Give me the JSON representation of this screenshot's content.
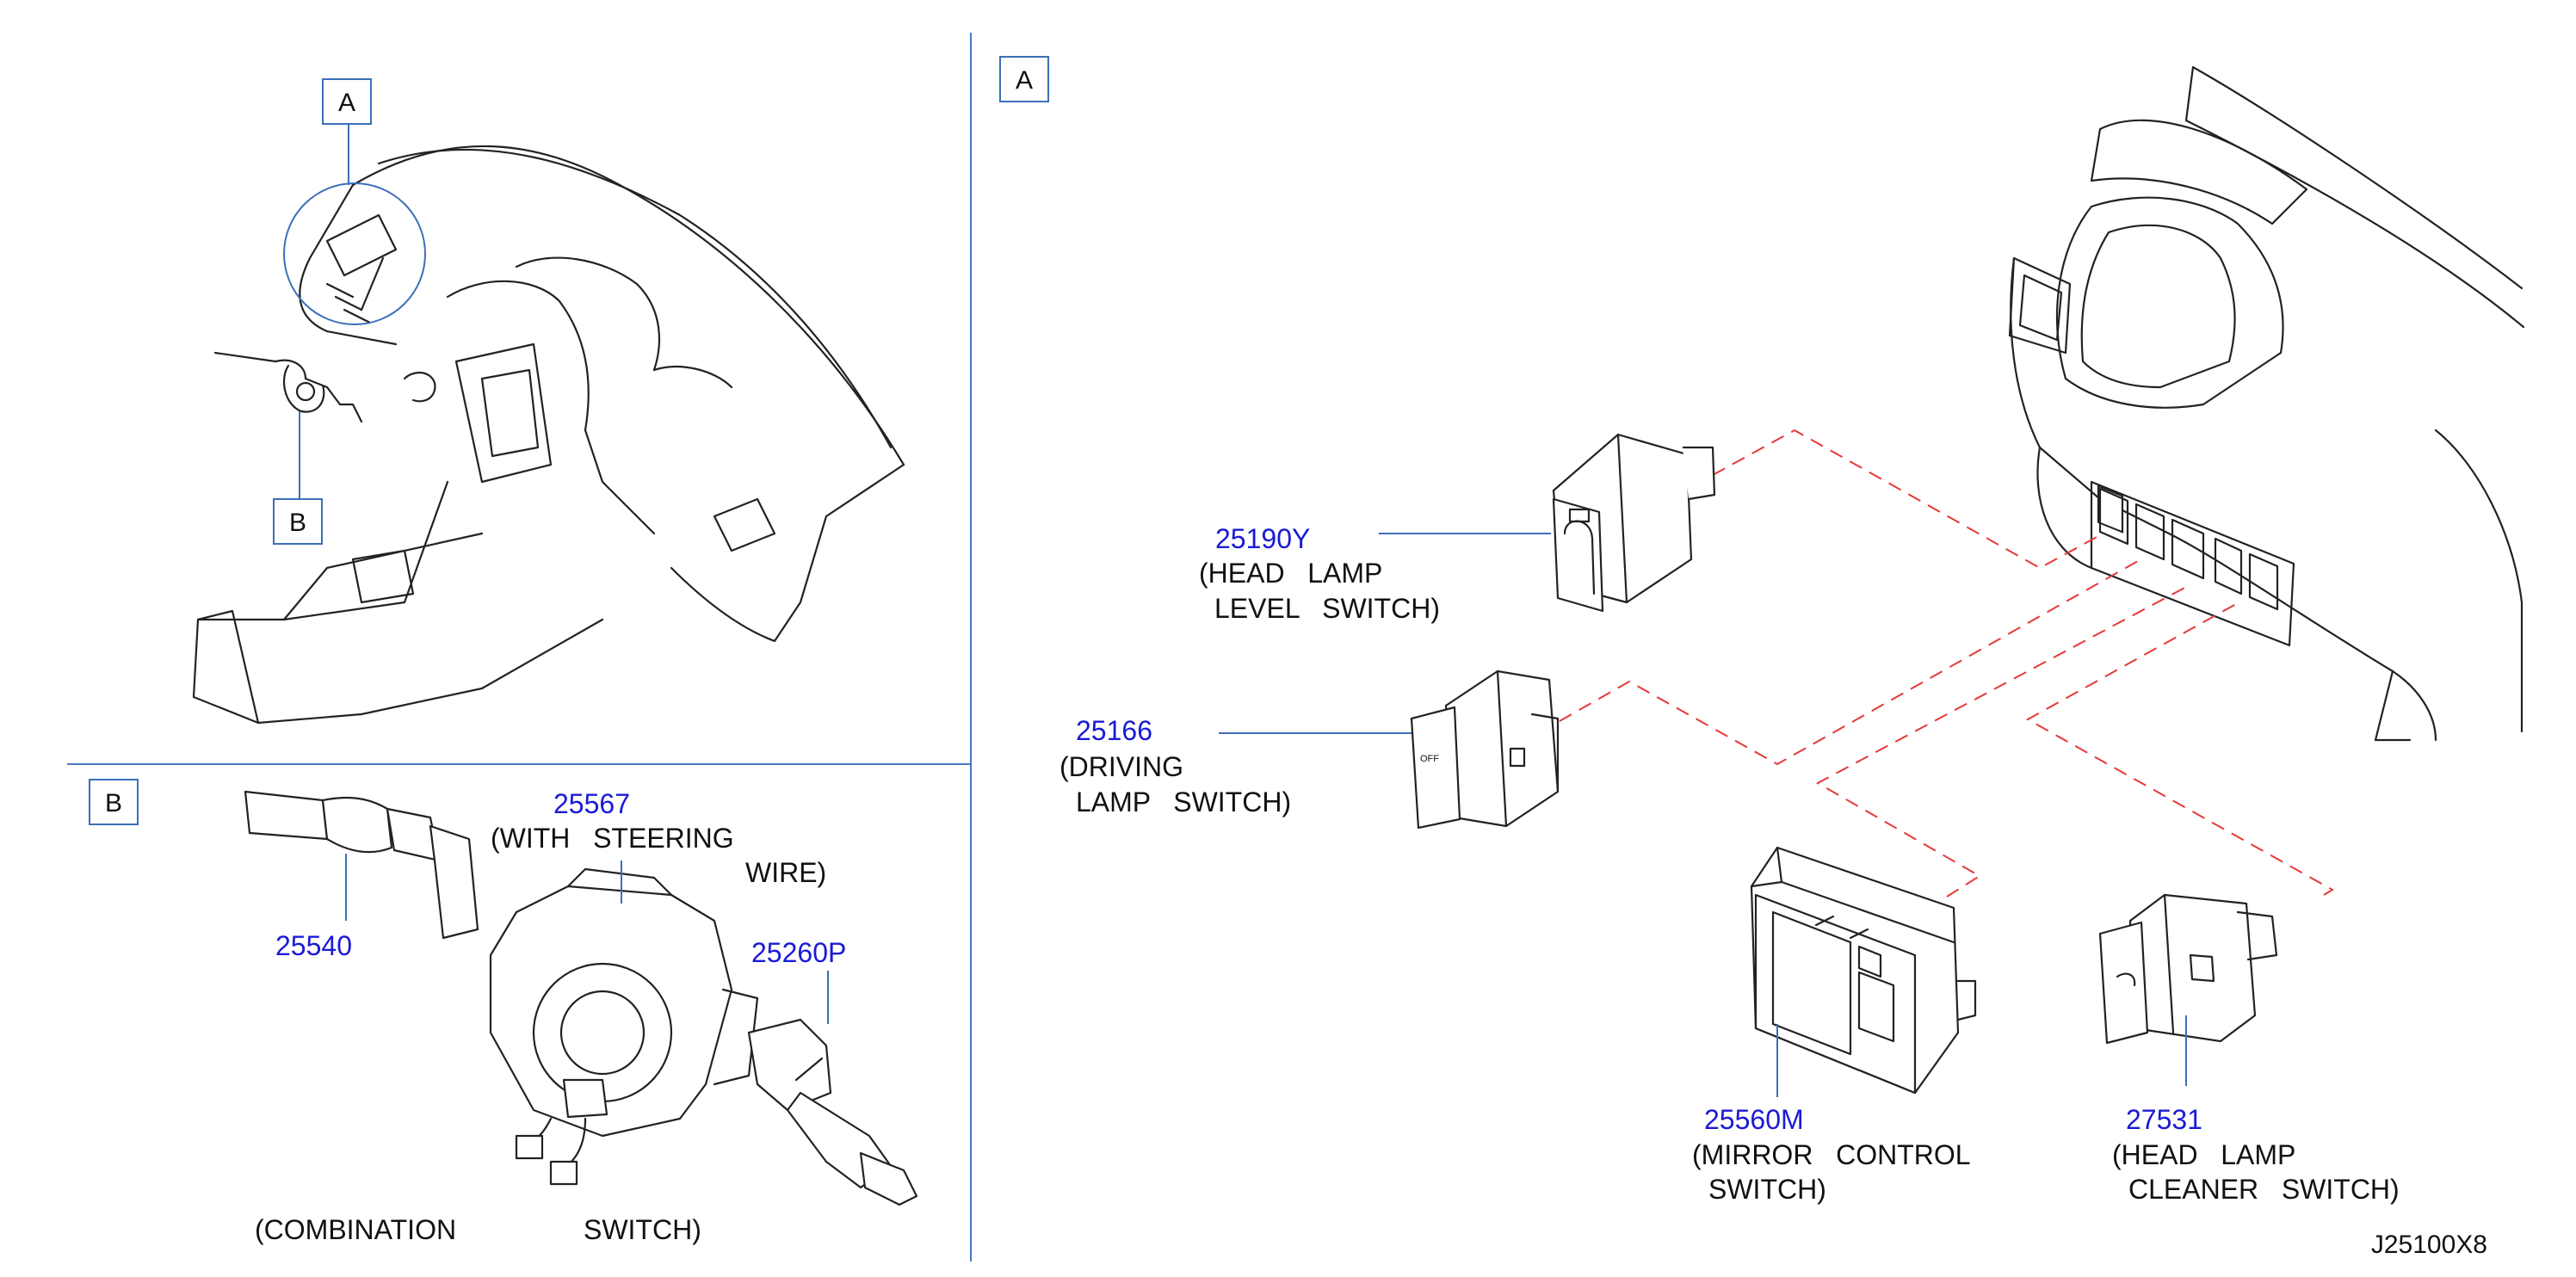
{
  "section_labels": {
    "overview_a": "A",
    "overview_b": "B",
    "detail_b": "B",
    "detail_a": "A"
  },
  "parts": {
    "p25190Y": {
      "number": "25190Y",
      "desc1": "(HEAD   LAMP",
      "desc2": "LEVEL   SWITCH)"
    },
    "p25166": {
      "number": "25166",
      "desc1": "(DRIVING",
      "desc2": "LAMP   SWITCH)"
    },
    "p25560M": {
      "number": "25560M",
      "desc1": "(MIRROR   CONTROL",
      "desc2": "SWITCH)"
    },
    "p27531": {
      "number": "27531",
      "desc1": "(HEAD   LAMP",
      "desc2": "CLEANER   SWITCH)"
    },
    "p25567": {
      "number": "25567",
      "desc1": "(WITH   STEERING",
      "desc2": "WIRE)"
    },
    "p25540": {
      "number": "25540"
    },
    "p25260P": {
      "number": "25260P"
    }
  },
  "combination_caption_1": "(COMBINATION",
  "combination_caption_2": "SWITCH)",
  "switch_markings": {
    "off": "OFF"
  },
  "diagram_code": "J25100X8",
  "colors": {
    "part_number": "#1a1ad6",
    "leader": "#3b6fb8",
    "dashed_link": "#e53935",
    "divider": "#4a78c2"
  }
}
